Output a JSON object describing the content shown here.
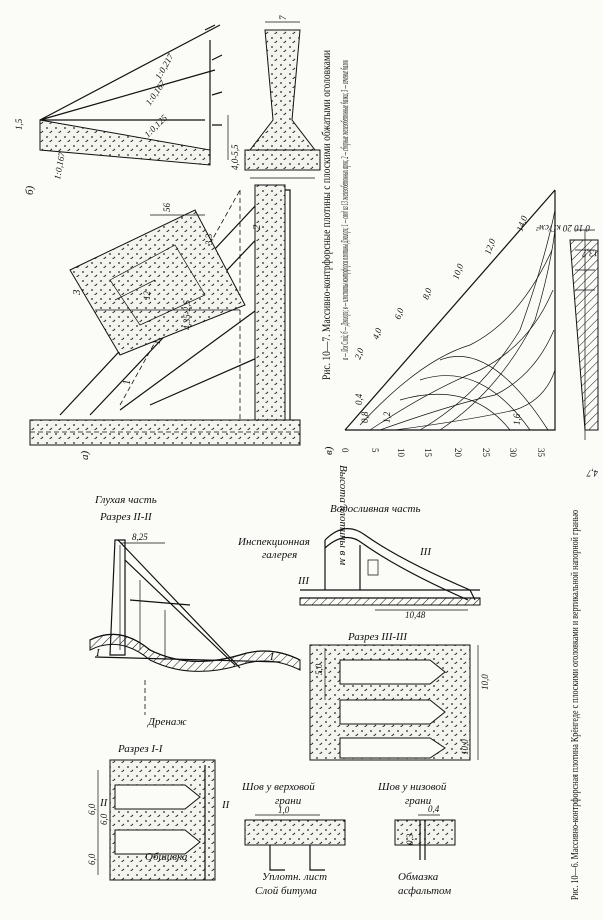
{
  "fig_10_7": {
    "caption_title": "Рис. 10—7. Массивно-контрфорсные плотины с плоскими обжатыми оголовками",
    "caption_body": "а — Лох Слой; б — Джиорэ; в — изостаты контрфорса плотины Джиорэ; 1 — свод из 13 железобетонных арок; 2 — сборные железобетонные балки; 3 — сечение балок",
    "panel_a_label": "а)",
    "panel_b_label": "б)",
    "panel_v_label": "в)",
    "slopes": [
      "1:0,217",
      "1:0,167",
      "1:0,125",
      "1:0,167"
    ],
    "dim_1_5": "1,5",
    "dim_left_b": "4,0-5,5",
    "dim_top_b": "7",
    "dim_56": "56",
    "dim_33": "3,3",
    "dim_12": "12",
    "dim_435": "4,35-2,5",
    "num_3": "3",
    "num_1": "1",
    "num_2": "2",
    "axis_label": "Высота плотины в м",
    "axis_ticks": [
      "0",
      "5",
      "10",
      "15",
      "20",
      "25",
      "30",
      "35"
    ],
    "isostat_values": [
      "0,4",
      "0,8",
      "1,2",
      "1,6",
      "2,0",
      "4,0",
      "6,0",
      "8,0",
      "10,0",
      "12,0",
      "14,0"
    ],
    "scale_label": "0 10 20 кГ/см²",
    "scale_values": [
      "13,7",
      "4,7"
    ]
  },
  "fig_10_6": {
    "caption_title": "Рис. 10—6. Массивно-контрфорсная плотина Крёнгеде с плоскими оголовками и вертикальной напорной гранью",
    "blind_part": "Глухая часть",
    "section_2": "Разрез II-II",
    "dim_825": "8,25",
    "label_I_left": "I",
    "label_I_right": "I",
    "drainage": "Дренаж",
    "spillway": "Водосливная часть",
    "gallery_1": "Инспекционная",
    "gallery_2": "галерея",
    "label_III_left": "III",
    "label_III_right": "III",
    "dim_1048": "10,48",
    "section_3": "Разрез III-III",
    "dim_5": "5,0",
    "dim_10a": "10,0",
    "dim_10b": "10,0",
    "section_1": "Разрез I-I",
    "dim_6a": "6,0",
    "dim_6b": "6,0",
    "dim_6c": "6,0",
    "label_II_left": "II",
    "label_II_right": "II",
    "obshivka": "Обшивка",
    "joint_upper_1": "Шов у верховой",
    "joint_upper_2": "грани",
    "dim_10": "1,0",
    "dense_sheet": "Уплотн. лист",
    "bitumen_layer": "Слой битума",
    "joint_lower_1": "Шов у низовой",
    "joint_lower_2": "грани",
    "dim_04": "0,4",
    "dim_03": "0,3",
    "asphalt_1": "Обмазка",
    "asphalt_2": "асфальтом"
  }
}
